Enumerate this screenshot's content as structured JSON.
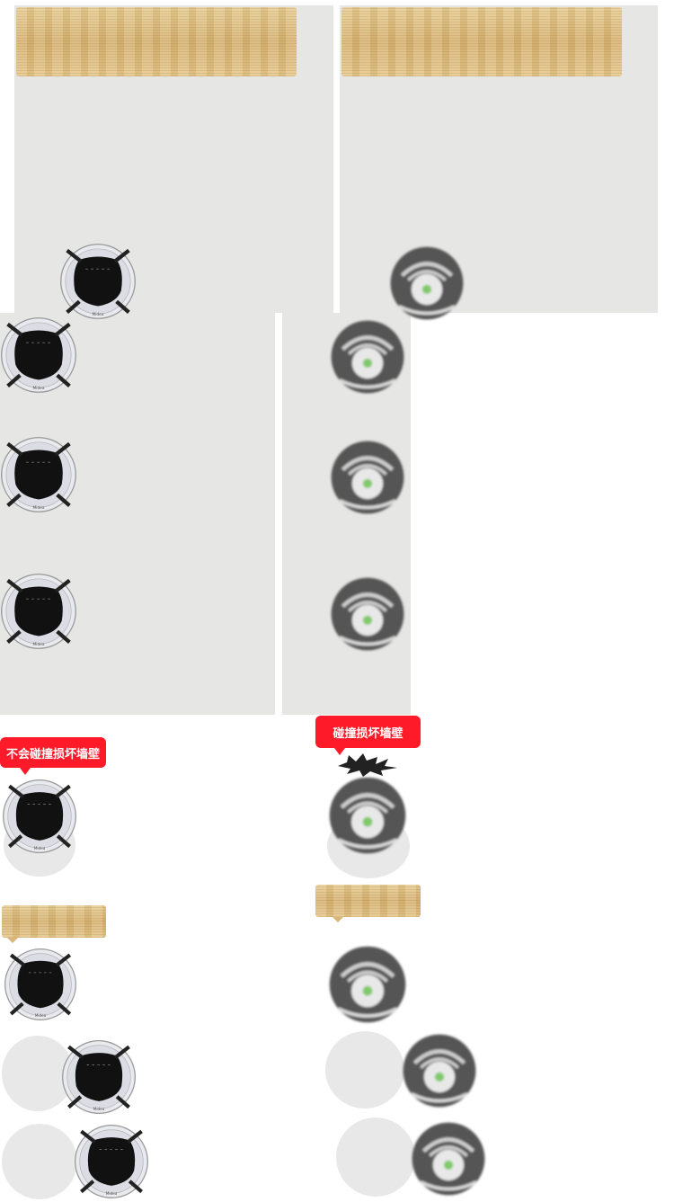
{
  "callouts": {
    "left": "不会碰撞损坏墙壁",
    "right": "碰撞损坏墙壁"
  },
  "brand_mark": "Midea",
  "colors": {
    "panel_gray": "#e6e6e5",
    "wood_light": "#e8cf97",
    "wood_dark": "#d9b677",
    "callout_red": "#ff1a2a",
    "robot_left_shell": "#e9e9f0",
    "robot_left_face": "#111111",
    "robot_right_body": "#555555",
    "robot_right_center": "#7fc96a"
  },
  "robots": {
    "left_model": "white-black-robot-vacuum",
    "right_model": "gray-green-robot-vacuum"
  }
}
